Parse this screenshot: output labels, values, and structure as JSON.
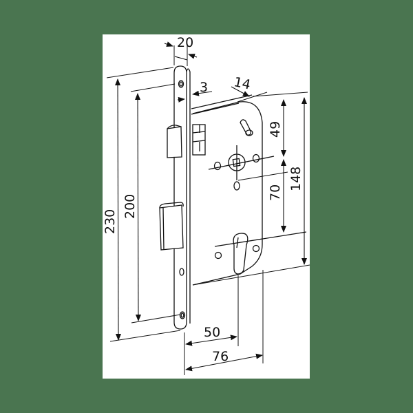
{
  "diagram": {
    "subject": "Mortise lock body with faceplate, dimensioned technical drawing",
    "background_color": "#4a7550",
    "panel_color": "#ffffff",
    "line_color": "#111111",
    "dimensions": {
      "faceplate_width": "20",
      "faceplate_thickness": "3",
      "offset_14": "14",
      "faceplate_height": "230",
      "screw_hole_spacing": "200",
      "top_to_spindle": "49",
      "spindle_to_cylinder": "70",
      "body_height": "148",
      "backset": "50",
      "body_depth": "76"
    },
    "parts": [
      "faceplate",
      "latch-bolt",
      "deadbolt",
      "lock-case",
      "spindle-hub",
      "cylinder-cutout",
      "screw-holes"
    ]
  }
}
